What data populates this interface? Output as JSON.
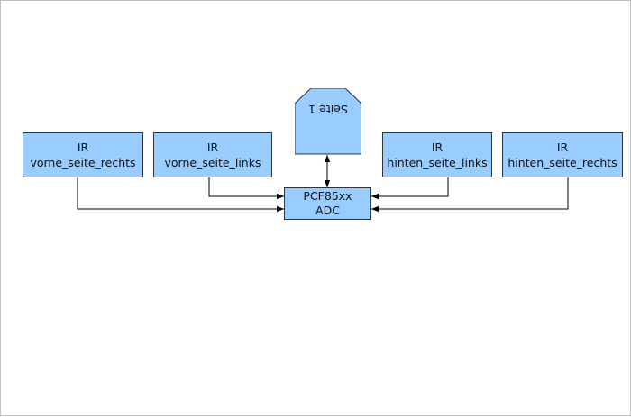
{
  "colors": {
    "node_fill": "#99ccff",
    "node_border": "#333333",
    "wire": "#000000"
  },
  "nodes": {
    "ir_vr": {
      "line1": "IR",
      "line2": "vorne_seite_rechts"
    },
    "ir_vl": {
      "line1": "IR",
      "line2": "vorne_seite_links"
    },
    "ir_hl": {
      "line1": "IR",
      "line2": "hinten_seite_links"
    },
    "ir_hr": {
      "line1": "IR",
      "line2": "hinten_seite_rechts"
    },
    "adc": {
      "line1": "PCF85xx",
      "line2": "ADC"
    },
    "connector": {
      "label": "Seite 1"
    }
  }
}
